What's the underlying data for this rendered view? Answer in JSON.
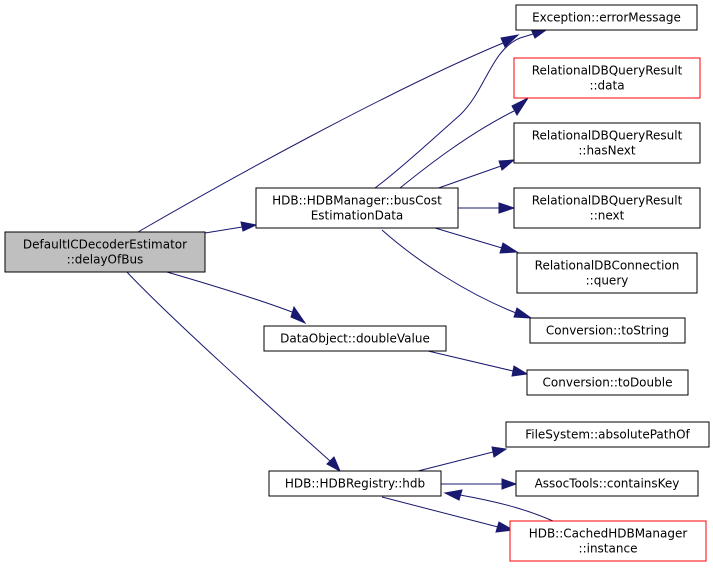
{
  "graph": {
    "colors": {
      "edge": "#191970",
      "node_border": "#000000",
      "node_border_external": "#ff0000",
      "current_node_fill": "#bfbfbf",
      "node_fill": "#ffffff"
    },
    "nodes": {
      "delay_of_bus": {
        "lines": [
          "DefaultICDecoderEstimator",
          "::delayOfBus"
        ],
        "style": "current"
      },
      "bus_cost_estimation_data": {
        "lines": [
          "HDB::HDBManager::busCost",
          "EstimationData"
        ],
        "style": "normal"
      },
      "double_value": {
        "lines": [
          "DataObject::doubleValue"
        ],
        "style": "normal"
      },
      "hdb": {
        "lines": [
          "HDB::HDBRegistry::hdb"
        ],
        "style": "normal"
      },
      "error_message": {
        "lines": [
          "Exception::errorMessage"
        ],
        "style": "normal"
      },
      "query_result_data": {
        "lines": [
          "RelationalDBQueryResult",
          "::data"
        ],
        "style": "red"
      },
      "query_result_has_next": {
        "lines": [
          "RelationalDBQueryResult",
          "::hasNext"
        ],
        "style": "normal"
      },
      "query_result_next": {
        "lines": [
          "RelationalDBQueryResult",
          "::next"
        ],
        "style": "normal"
      },
      "connection_query": {
        "lines": [
          "RelationalDBConnection",
          "::query"
        ],
        "style": "normal"
      },
      "to_string": {
        "lines": [
          "Conversion::toString"
        ],
        "style": "normal"
      },
      "to_double": {
        "lines": [
          "Conversion::toDouble"
        ],
        "style": "normal"
      },
      "absolute_path_of": {
        "lines": [
          "FileSystem::absolutePathOf"
        ],
        "style": "normal"
      },
      "contains_key": {
        "lines": [
          "AssocTools::containsKey"
        ],
        "style": "normal"
      },
      "cached_instance": {
        "lines": [
          "HDB::CachedHDBManager",
          "::instance"
        ],
        "style": "red"
      }
    },
    "edges": [
      {
        "from": "delay_of_bus",
        "to": "error_message"
      },
      {
        "from": "delay_of_bus",
        "to": "bus_cost_estimation_data"
      },
      {
        "from": "delay_of_bus",
        "to": "double_value"
      },
      {
        "from": "delay_of_bus",
        "to": "hdb"
      },
      {
        "from": "bus_cost_estimation_data",
        "to": "error_message"
      },
      {
        "from": "bus_cost_estimation_data",
        "to": "query_result_data"
      },
      {
        "from": "bus_cost_estimation_data",
        "to": "query_result_has_next"
      },
      {
        "from": "bus_cost_estimation_data",
        "to": "query_result_next"
      },
      {
        "from": "bus_cost_estimation_data",
        "to": "connection_query"
      },
      {
        "from": "bus_cost_estimation_data",
        "to": "to_string"
      },
      {
        "from": "double_value",
        "to": "to_double"
      },
      {
        "from": "hdb",
        "to": "absolute_path_of"
      },
      {
        "from": "hdb",
        "to": "contains_key"
      },
      {
        "from": "hdb",
        "to": "cached_instance"
      },
      {
        "from": "cached_instance",
        "to": "hdb"
      }
    ]
  }
}
